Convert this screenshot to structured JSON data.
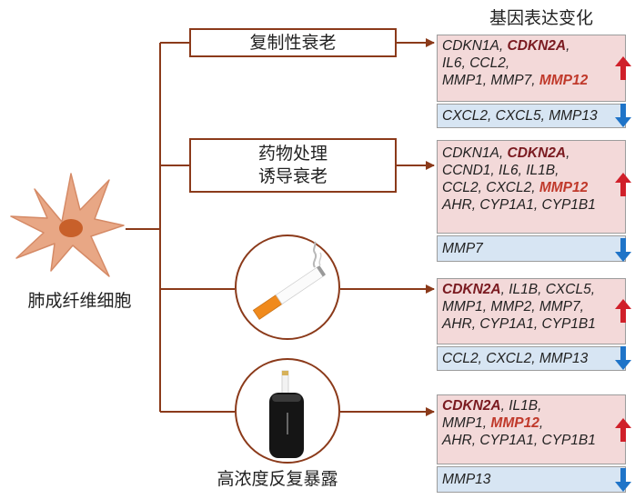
{
  "header": {
    "title": "基因表达变化"
  },
  "cell": {
    "label": "肺成纤维细胞"
  },
  "conditions": [
    {
      "id": "replicative",
      "label_lines": [
        "复制性衰老"
      ]
    },
    {
      "id": "drug",
      "label_lines": [
        "药物处理",
        "诱导衰老"
      ]
    },
    {
      "id": "cigarette",
      "icon": "cigarette-icon"
    },
    {
      "id": "heated-tobacco",
      "icon": "heated-tobacco-device-icon",
      "label": "高浓度反复暴露"
    }
  ],
  "gene_panels": [
    {
      "up": [
        [
          {
            "t": "CDKN1A",
            "s": ""
          },
          {
            "t": ", ",
            "s": ""
          },
          {
            "t": "CDKN2A",
            "s": "b"
          },
          {
            "t": ",",
            "s": ""
          }
        ],
        [
          {
            "t": "IL6",
            "s": ""
          },
          {
            "t": ", ",
            "s": ""
          },
          {
            "t": "CCL2",
            "s": ""
          },
          {
            "t": ",",
            "s": ""
          }
        ],
        [
          {
            "t": "MMP1",
            "s": ""
          },
          {
            "t": ", ",
            "s": ""
          },
          {
            "t": "MMP7",
            "s": ""
          },
          {
            "t": ", ",
            "s": ""
          },
          {
            "t": "MMP12",
            "s": "r"
          }
        ]
      ],
      "down": [
        [
          {
            "t": "CXCL2",
            "s": ""
          },
          {
            "t": ", ",
            "s": ""
          },
          {
            "t": "CXCL5",
            "s": ""
          },
          {
            "t": ", ",
            "s": ""
          },
          {
            "t": "MMP13",
            "s": ""
          }
        ]
      ]
    },
    {
      "up": [
        [
          {
            "t": "CDKN1A",
            "s": ""
          },
          {
            "t": ", ",
            "s": ""
          },
          {
            "t": "CDKN2A",
            "s": "b"
          },
          {
            "t": ",",
            "s": ""
          }
        ],
        [
          {
            "t": "CCND1",
            "s": ""
          },
          {
            "t": ", ",
            "s": ""
          },
          {
            "t": "IL6",
            "s": ""
          },
          {
            "t": ", ",
            "s": ""
          },
          {
            "t": "IL1B",
            "s": ""
          },
          {
            "t": ",",
            "s": ""
          }
        ],
        [
          {
            "t": "CCL2",
            "s": ""
          },
          {
            "t": ", ",
            "s": ""
          },
          {
            "t": "CXCL2",
            "s": ""
          },
          {
            "t": ", ",
            "s": ""
          },
          {
            "t": "MMP12",
            "s": "r"
          }
        ],
        [
          {
            "t": "AHR",
            "s": ""
          },
          {
            "t": ", ",
            "s": ""
          },
          {
            "t": "CYP1A1",
            "s": ""
          },
          {
            "t": ", ",
            "s": ""
          },
          {
            "t": "CYP1B1",
            "s": ""
          }
        ]
      ],
      "down": [
        [
          {
            "t": "MMP7",
            "s": ""
          }
        ]
      ]
    },
    {
      "up": [
        [
          {
            "t": "CDKN2A",
            "s": "b"
          },
          {
            "t": ", ",
            "s": ""
          },
          {
            "t": "IL1B",
            "s": ""
          },
          {
            "t": ", ",
            "s": ""
          },
          {
            "t": "CXCL5",
            "s": ""
          },
          {
            "t": ",",
            "s": ""
          }
        ],
        [
          {
            "t": "MMP1",
            "s": ""
          },
          {
            "t": ", ",
            "s": ""
          },
          {
            "t": "MMP2",
            "s": ""
          },
          {
            "t": ", ",
            "s": ""
          },
          {
            "t": "MMP7",
            "s": ""
          },
          {
            "t": ",",
            "s": ""
          }
        ],
        [
          {
            "t": "AHR",
            "s": ""
          },
          {
            "t": ", ",
            "s": ""
          },
          {
            "t": "CYP1A1",
            "s": ""
          },
          {
            "t": ", ",
            "s": ""
          },
          {
            "t": "CYP1B1",
            "s": ""
          }
        ]
      ],
      "down": [
        [
          {
            "t": "CCL2",
            "s": ""
          },
          {
            "t": ", ",
            "s": ""
          },
          {
            "t": "CXCL2",
            "s": ""
          },
          {
            "t": ", ",
            "s": ""
          },
          {
            "t": "MMP13",
            "s": ""
          }
        ]
      ]
    },
    {
      "up": [
        [
          {
            "t": "CDKN2A",
            "s": "b"
          },
          {
            "t": ", ",
            "s": ""
          },
          {
            "t": "IL1B",
            "s": ""
          },
          {
            "t": ",",
            "s": ""
          }
        ],
        [
          {
            "t": "MMP1",
            "s": ""
          },
          {
            "t": ", ",
            "s": ""
          },
          {
            "t": "MMP12",
            "s": "r"
          },
          {
            "t": ",",
            "s": ""
          }
        ],
        [
          {
            "t": "AHR",
            "s": ""
          },
          {
            "t": ", ",
            "s": ""
          },
          {
            "t": "CYP1A1",
            "s": ""
          },
          {
            "t": ", ",
            "s": ""
          },
          {
            "t": "CYP1B1",
            "s": ""
          }
        ]
      ],
      "down": [
        [
          {
            "t": "MMP13",
            "s": ""
          }
        ]
      ]
    }
  ],
  "colors": {
    "connector": "#8b3a1a",
    "up_fill": "#f3d9d9",
    "down_fill": "#d7e5f3",
    "up_arrow": "#d0202a",
    "down_arrow": "#1f74c8",
    "cell_body": "#e8a785",
    "cell_nucleus": "#c8602a"
  }
}
